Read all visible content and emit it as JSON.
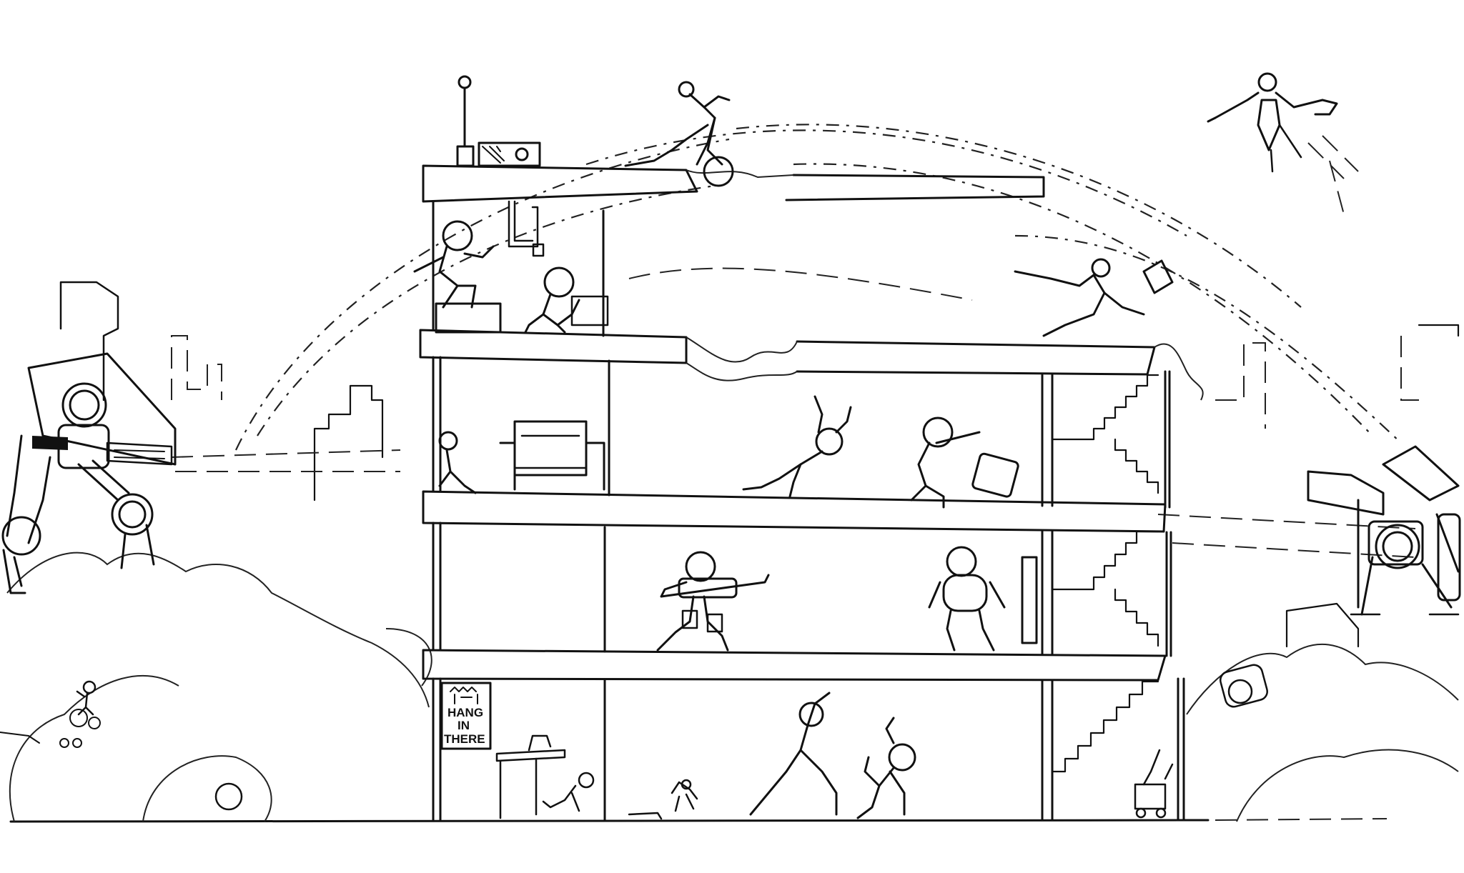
{
  "scene": {
    "poster": {
      "lines": [
        "HANG",
        "IN",
        "THERE"
      ]
    }
  }
}
